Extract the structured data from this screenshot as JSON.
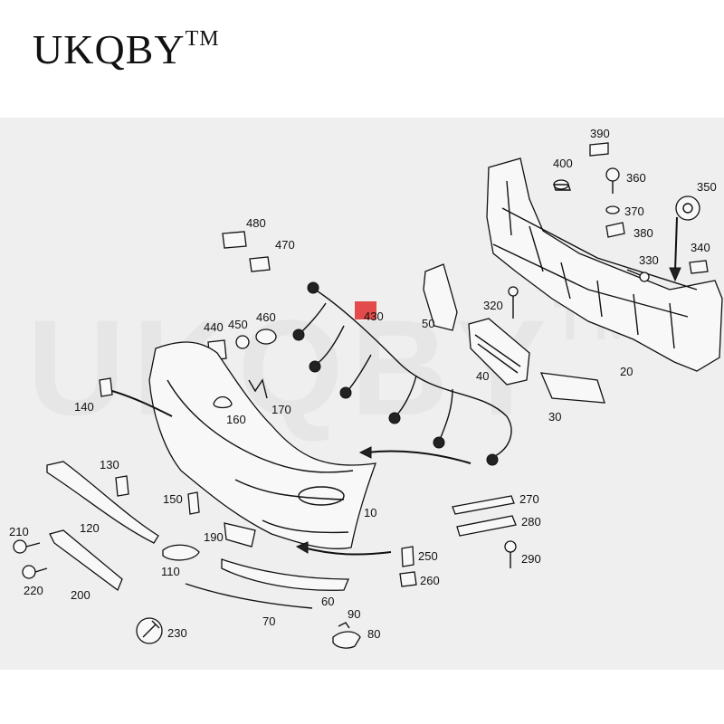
{
  "brand": {
    "name": "UKQBY",
    "tm": "TM"
  },
  "watermark": "UKQBY",
  "watermark_tm": "TM",
  "highlight_color": "#e34a4a",
  "parts": [
    {
      "id": "p10",
      "label": "10"
    },
    {
      "id": "p20",
      "label": "20"
    },
    {
      "id": "p30",
      "label": "30"
    },
    {
      "id": "p40",
      "label": "40"
    },
    {
      "id": "p50",
      "label": "50"
    },
    {
      "id": "p60",
      "label": "60"
    },
    {
      "id": "p70",
      "label": "70"
    },
    {
      "id": "p80",
      "label": "80"
    },
    {
      "id": "p90",
      "label": "90"
    },
    {
      "id": "p110",
      "label": "110"
    },
    {
      "id": "p120",
      "label": "120"
    },
    {
      "id": "p130",
      "label": "130"
    },
    {
      "id": "p140",
      "label": "140"
    },
    {
      "id": "p150",
      "label": "150"
    },
    {
      "id": "p160",
      "label": "160"
    },
    {
      "id": "p170",
      "label": "170"
    },
    {
      "id": "p190",
      "label": "190"
    },
    {
      "id": "p200",
      "label": "200"
    },
    {
      "id": "p210",
      "label": "210"
    },
    {
      "id": "p220",
      "label": "220"
    },
    {
      "id": "p230",
      "label": "230"
    },
    {
      "id": "p250",
      "label": "250"
    },
    {
      "id": "p260",
      "label": "260"
    },
    {
      "id": "p270",
      "label": "270"
    },
    {
      "id": "p280",
      "label": "280"
    },
    {
      "id": "p290",
      "label": "290"
    },
    {
      "id": "p320",
      "label": "320"
    },
    {
      "id": "p330",
      "label": "330"
    },
    {
      "id": "p340",
      "label": "340"
    },
    {
      "id": "p350",
      "label": "350"
    },
    {
      "id": "p360",
      "label": "360"
    },
    {
      "id": "p370",
      "label": "370"
    },
    {
      "id": "p380",
      "label": "380"
    },
    {
      "id": "p390",
      "label": "390"
    },
    {
      "id": "p400",
      "label": "400"
    },
    {
      "id": "p430",
      "label": "430"
    },
    {
      "id": "p440",
      "label": "440"
    },
    {
      "id": "p450",
      "label": "450"
    },
    {
      "id": "p460",
      "label": "460"
    },
    {
      "id": "p470",
      "label": "470"
    },
    {
      "id": "p480",
      "label": "480"
    }
  ]
}
